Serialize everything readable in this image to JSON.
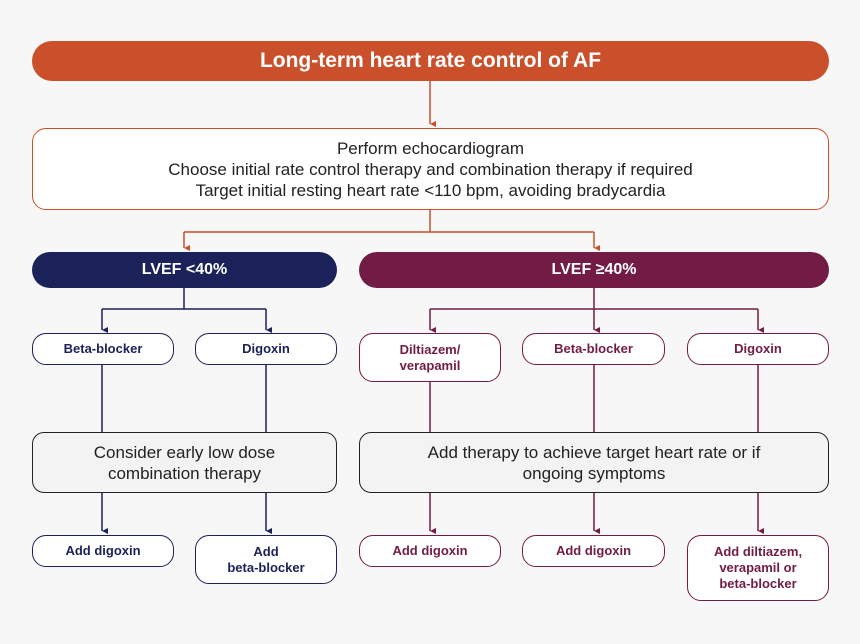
{
  "title": "Long-term heart rate control of AF",
  "intro": {
    "line1": "Perform echocardiogram",
    "line2": "Choose initial rate control therapy and combination therapy if required",
    "line3": "Target initial resting heart rate <110 bpm, avoiding bradycardia"
  },
  "left": {
    "header": "LVEF <40%",
    "drugs": [
      "Beta-blocker",
      "Digoxin"
    ],
    "consider": {
      "line1": "Consider early low dose",
      "line2": "combination therapy"
    },
    "adds": [
      {
        "line1": "Add digoxin",
        "line2": ""
      },
      {
        "line1": "Add",
        "line2": "beta-blocker"
      }
    ]
  },
  "right": {
    "header": "LVEF ≥40%",
    "drugs": [
      {
        "line1": "Diltiazem/",
        "line2": "verapamil"
      },
      {
        "line1": "Beta-blocker",
        "line2": ""
      },
      {
        "line1": "Digoxin",
        "line2": ""
      }
    ],
    "consider": {
      "line1": "Add therapy to achieve target heart rate or if",
      "line2": "ongoing symptoms"
    },
    "adds": [
      {
        "line1": "Add digoxin",
        "line2": "",
        "line3": ""
      },
      {
        "line1": "Add digoxin",
        "line2": "",
        "line3": ""
      },
      {
        "line1": "Add diltiazem,",
        "line2": "verapamil or",
        "line3": "beta-blocker"
      }
    ]
  },
  "colors": {
    "orange": "#c9502a",
    "navy": "#1b2159",
    "plum": "#721c45"
  }
}
